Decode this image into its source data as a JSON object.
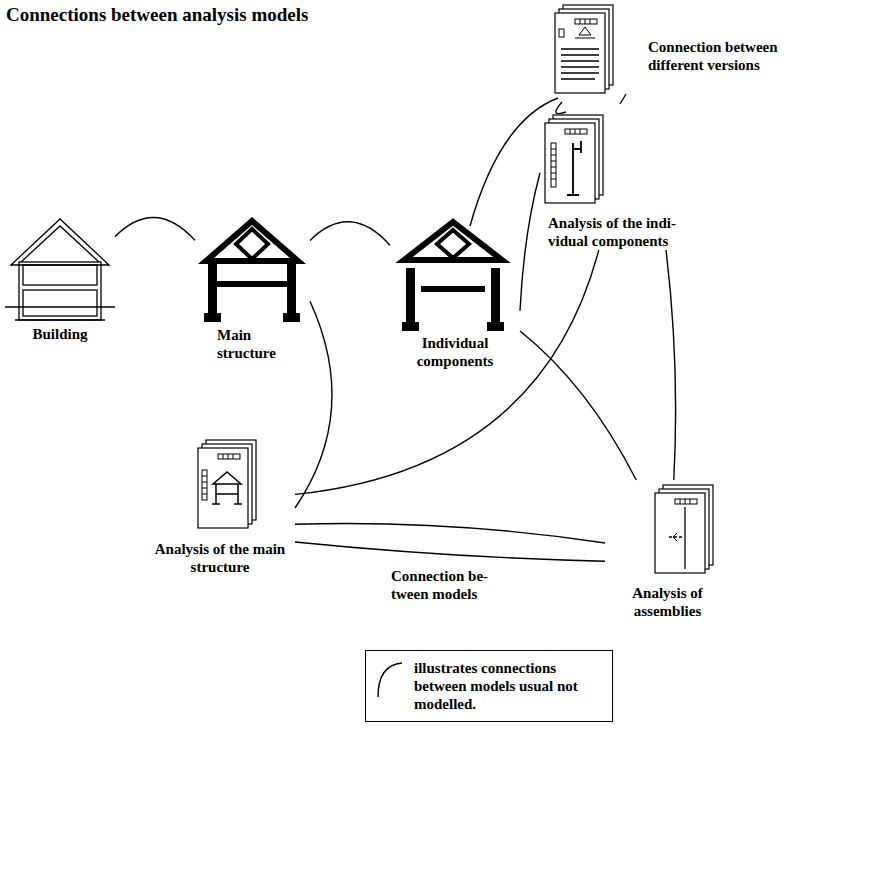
{
  "diagram": {
    "title": "Connections between analysis models",
    "nodes": [
      {
        "text": [
          "Building"
        ]
      },
      {
        "text": [
          "Main structure"
        ]
      },
      {
        "text": [
          "Individual components"
        ]
      },
      {
        "text": [
          "Analysis of the indi- vidual components"
        ]
      },
      {
        "text": [
          "Analysis of the main structure"
        ]
      },
      {
        "text": [
          "Analysis of assemblies"
        ]
      }
    ],
    "edges": [
      {
        "from": 0,
        "to": 1,
        "arrow": "none"
      },
      {
        "from": 1,
        "to": 2,
        "arrow": "none"
      },
      {
        "from": 2,
        "to": 3,
        "arrow": "none"
      },
      {
        "from": 1,
        "to": 4,
        "arrow": "none"
      },
      {
        "from": 2,
        "to": 5,
        "arrow": "none"
      },
      {
        "from": 3,
        "to": 4,
        "arrow": "none"
      },
      {
        "from": 3,
        "to": 5,
        "arrow": "none"
      },
      {
        "from": 4,
        "to": 5,
        "arrow": "none"
      },
      {
        "from": 4,
        "to": 5,
        "label": "Connection be- tween models",
        "arrow": "none"
      }
    ],
    "labels": [
      "Connection between different versions"
    ],
    "legend": [
      {
        "text": "illustrates connections between models usual not modelled."
      }
    ]
  }
}
